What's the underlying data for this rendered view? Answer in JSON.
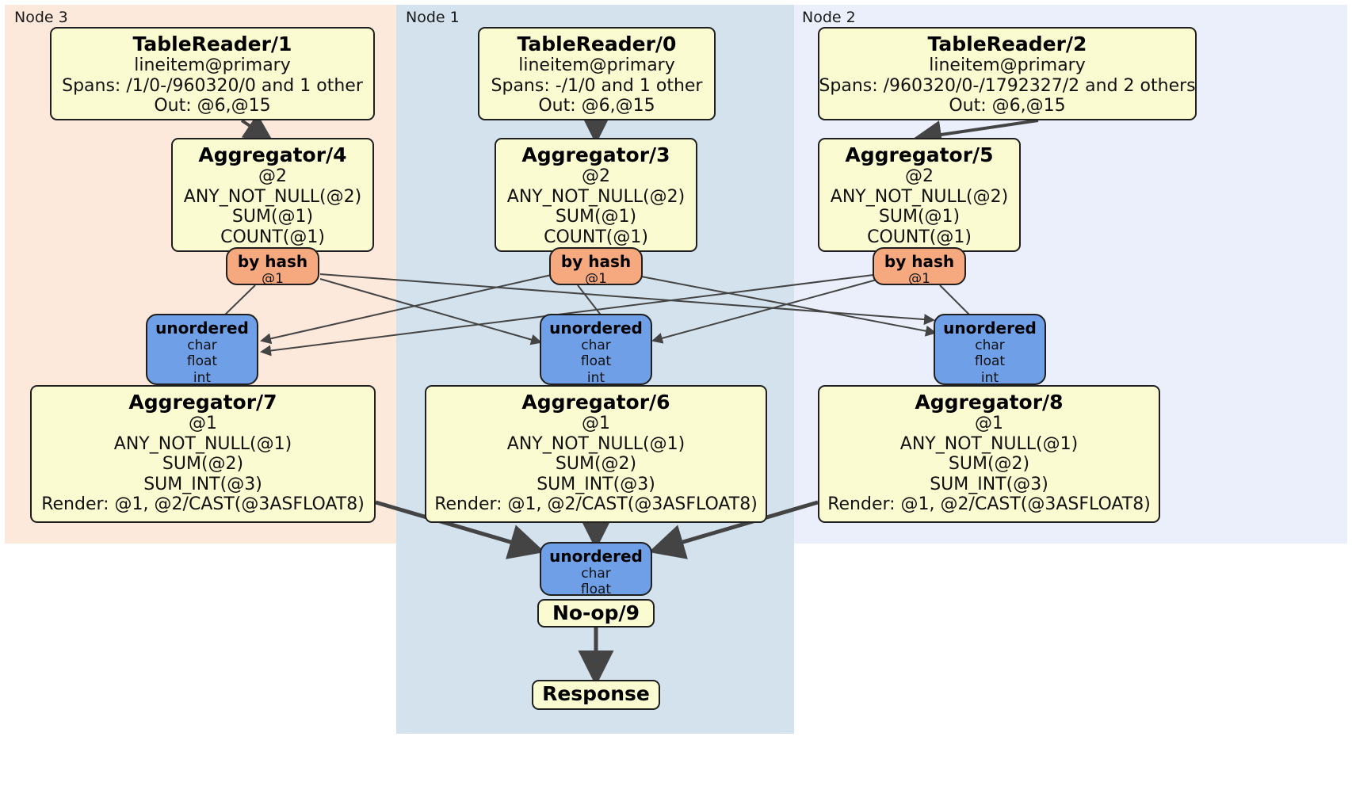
{
  "diagram": {
    "title": "Distributed query plan",
    "type": "physical-plan-flow"
  },
  "colors": {
    "node3_panel": "#fde8dc",
    "node1_panel": "#d3e2ec",
    "node2_panel": "#eaeffb",
    "processor_fill": "#fbfbd1",
    "hash_router_fill": "#f6a97f",
    "unordered_router_fill": "#6f9fe7",
    "edge": "#444444",
    "border": "#1f1f1f"
  },
  "panels": [
    {
      "id": "node3",
      "label": "Node 3"
    },
    {
      "id": "node1",
      "label": "Node 1"
    },
    {
      "id": "node2",
      "label": "Node 2"
    }
  ],
  "processors": {
    "tablereader1": {
      "title": "TableReader/1",
      "l1": "lineitem@primary",
      "l2": "Spans: /1/0-/960320/0 and 1 other",
      "l3": "Out: @6,@15"
    },
    "tablereader0": {
      "title": "TableReader/0",
      "l1": "lineitem@primary",
      "l2": "Spans: -/1/0 and 1 other",
      "l3": "Out: @6,@15"
    },
    "tablereader2": {
      "title": "TableReader/2",
      "l1": "lineitem@primary",
      "l2": "Spans: /960320/0-/1792327/2 and 2 others",
      "l3": "Out: @6,@15"
    },
    "aggregator4": {
      "title": "Aggregator/4",
      "l1": "@2",
      "l2": "ANY_NOT_NULL(@2)",
      "l3": "SUM(@1)",
      "l4": "COUNT(@1)"
    },
    "aggregator3": {
      "title": "Aggregator/3",
      "l1": "@2",
      "l2": "ANY_NOT_NULL(@2)",
      "l3": "SUM(@1)",
      "l4": "COUNT(@1)"
    },
    "aggregator5": {
      "title": "Aggregator/5",
      "l1": "@2",
      "l2": "ANY_NOT_NULL(@2)",
      "l3": "SUM(@1)",
      "l4": "COUNT(@1)"
    },
    "aggregator7": {
      "title": "Aggregator/7",
      "l1": "@1",
      "l2": "ANY_NOT_NULL(@1)",
      "l3": "SUM(@2)",
      "l4": "SUM_INT(@3)",
      "l5": "Render: @1, @2/CAST(@3ASFLOAT8)"
    },
    "aggregator6": {
      "title": "Aggregator/6",
      "l1": "@1",
      "l2": "ANY_NOT_NULL(@1)",
      "l3": "SUM(@2)",
      "l4": "SUM_INT(@3)",
      "l5": "Render: @1, @2/CAST(@3ASFLOAT8)"
    },
    "aggregator8": {
      "title": "Aggregator/8",
      "l1": "@1",
      "l2": "ANY_NOT_NULL(@1)",
      "l3": "SUM(@2)",
      "l4": "SUM_INT(@3)",
      "l5": "Render: @1, @2/CAST(@3ASFLOAT8)"
    },
    "noop9": {
      "title": "No-op/9"
    },
    "response": {
      "title": "Response"
    }
  },
  "routers": {
    "hash_left": {
      "title": "by hash",
      "l1": "@1"
    },
    "hash_mid": {
      "title": "by hash",
      "l1": "@1"
    },
    "hash_right": {
      "title": "by hash",
      "l1": "@1"
    },
    "unord_left": {
      "title": "unordered",
      "l1": "char",
      "l2": "float",
      "l3": "int"
    },
    "unord_mid": {
      "title": "unordered",
      "l1": "char",
      "l2": "float",
      "l3": "int"
    },
    "unord_right": {
      "title": "unordered",
      "l1": "char",
      "l2": "float",
      "l3": "int"
    },
    "unord_final": {
      "title": "unordered",
      "l1": "char",
      "l2": "float"
    }
  }
}
